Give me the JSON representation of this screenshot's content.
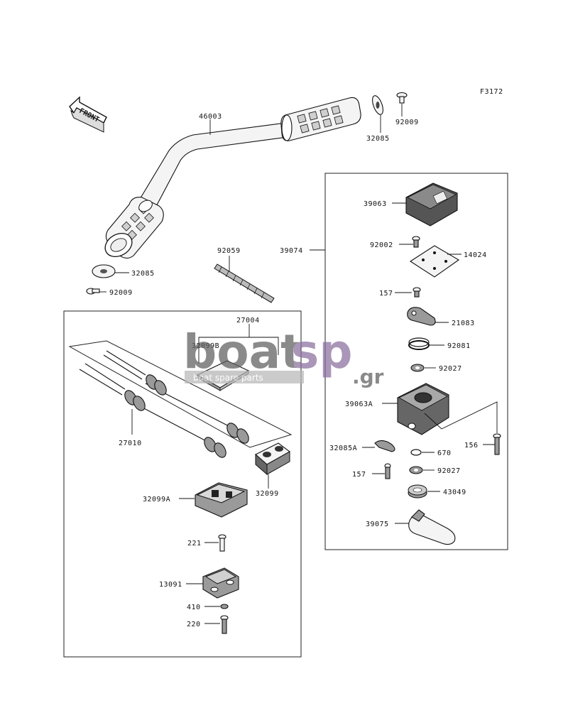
{
  "figure_id": "F3172",
  "front_label": "FRONT",
  "watermark": {
    "text_dark": "boat",
    "text_accent": "sp",
    "suffix": ".gr",
    "tagline": "boat spare parts",
    "colors": {
      "dark": "#5e5e5e",
      "accent": "#8a6e9e",
      "light": "#b8b8b8"
    }
  },
  "parts": {
    "p46003": "46003",
    "p32085_top": "32085",
    "p92009_top": "92009",
    "p32085_left": "32085",
    "p92009_left": "92009",
    "p92059": "92059",
    "p39074": "39074",
    "p27004": "27004",
    "p32099B": "32099B",
    "p27010": "27010",
    "p32099": "32099",
    "p32099A": "32099A",
    "p221": "221",
    "p13091": "13091",
    "p410": "410",
    "p220": "220",
    "p39063": "39063",
    "p92002": "92002",
    "p14024": "14024",
    "p157_top": "157",
    "p21083": "21083",
    "p92081": "92081",
    "p92027_top": "92027",
    "p39063A": "39063A",
    "p156": "156",
    "p32085A": "32085A",
    "p670": "670",
    "p157_bot": "157",
    "p92027_bot": "92027",
    "p43049": "43049",
    "p39075": "39075"
  }
}
